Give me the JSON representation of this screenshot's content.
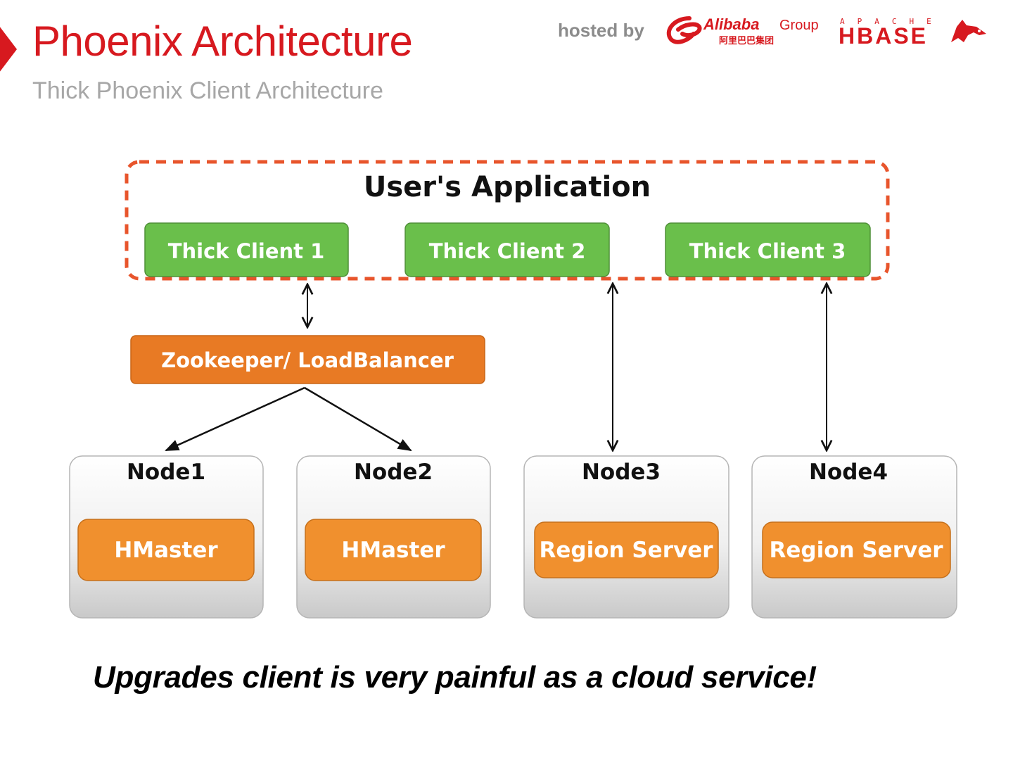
{
  "header": {
    "title": "Phoenix Architecture",
    "subtitle": "Thick Phoenix Client Architecture",
    "hosted_by": "hosted by",
    "sponsor_logos": [
      "Alibaba Group 阿里巴巴集团",
      "APACHE HBASE"
    ]
  },
  "colors": {
    "brand_red": "#d7191f",
    "client_green": "#6abf4b",
    "balancer_orange": "#e87a24",
    "service_orange": "#f0902e",
    "dashed_border": "#e8552c"
  },
  "diagram": {
    "application_label": "User's Application",
    "clients": [
      "Thick Client 1",
      "Thick Client 2",
      "Thick Client 3"
    ],
    "balancer_label": "Zookeeper/ LoadBalancer",
    "nodes": [
      {
        "name": "Node1",
        "service": "HMaster"
      },
      {
        "name": "Node2",
        "service": "HMaster"
      },
      {
        "name": "Node3",
        "service": "Region Server"
      },
      {
        "name": "Node4",
        "service": "Region Server"
      }
    ]
  },
  "caption": "Upgrades client is very painful as a cloud service!"
}
